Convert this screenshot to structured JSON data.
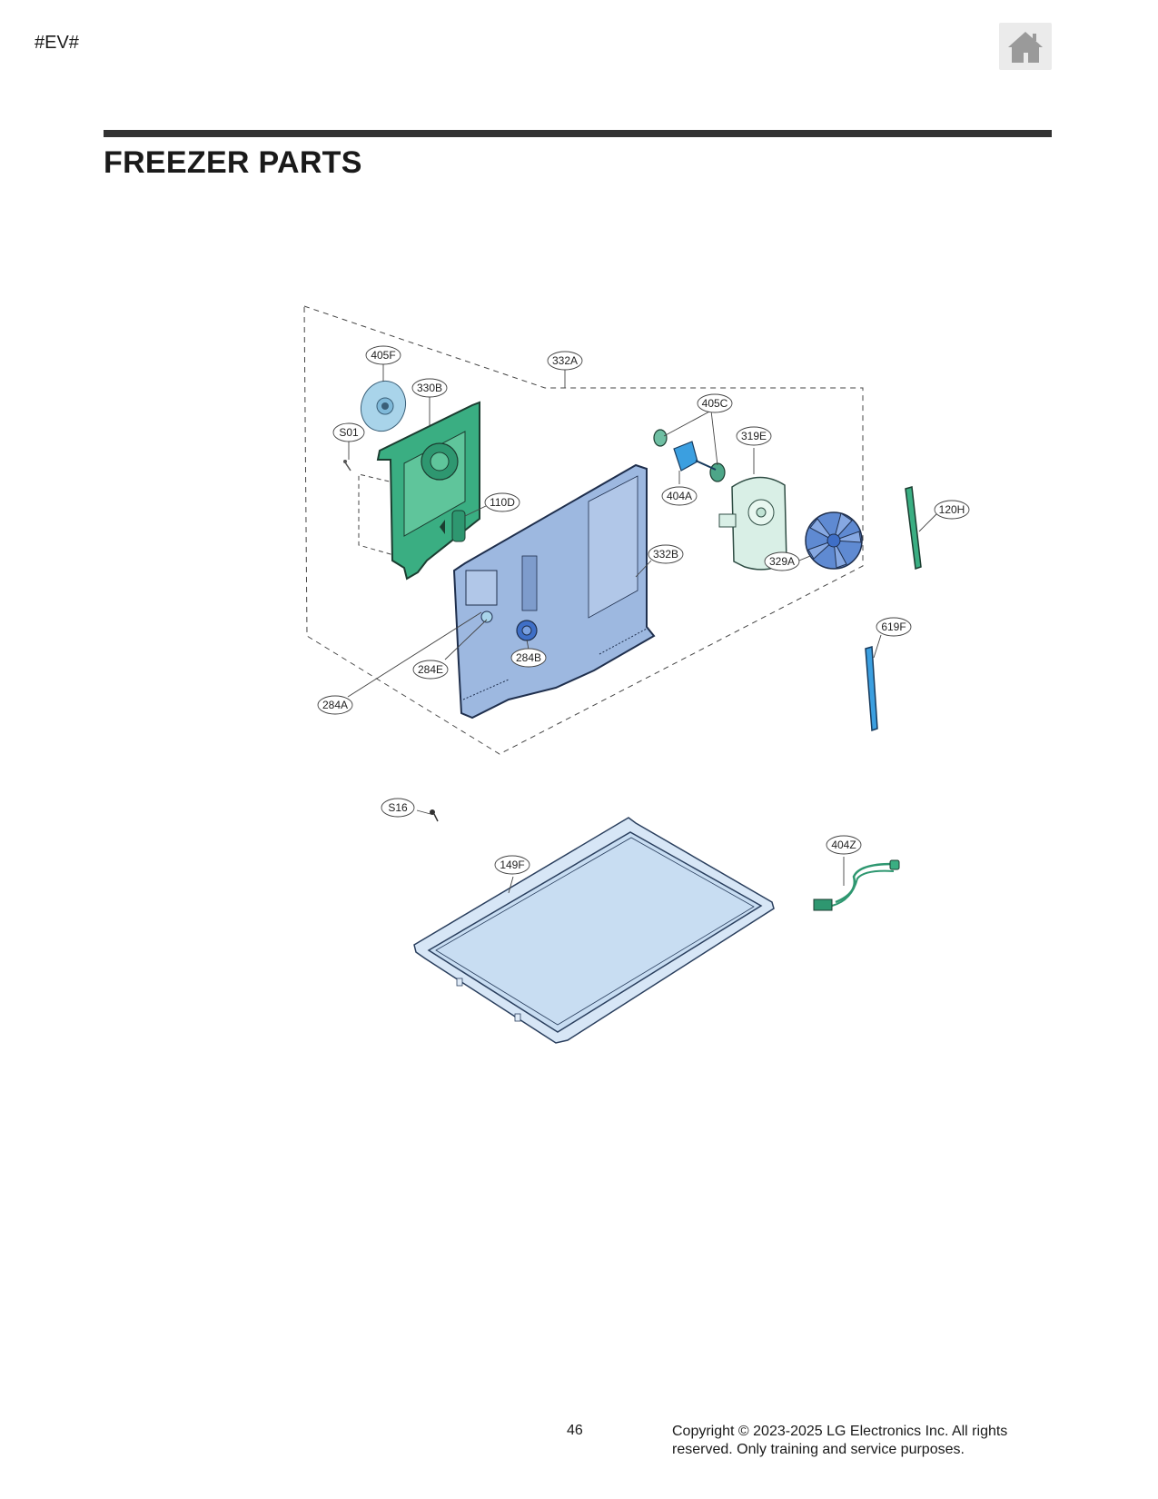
{
  "header": {
    "doc_code": "#EV#",
    "home_icon": "home-icon"
  },
  "page": {
    "title": "FREEZER PARTS",
    "page_number": "46",
    "copyright": "Copyright © 2023-2025 LG Electronics Inc. All rights reserved. Only training and service purposes."
  },
  "diagram": {
    "callouts": [
      "405F",
      "332A",
      "330B",
      "S01",
      "405C",
      "319E",
      "110D",
      "404A",
      "120H",
      "332B",
      "329A",
      "619F",
      "284B",
      "284E",
      "284A",
      "S16",
      "404Z",
      "149F"
    ]
  },
  "colors": {
    "green_part": "#3aae82",
    "blue_part": "#9db8e0",
    "light_blue": "#a9d4ea",
    "shelf_fill": "#c8ddf2",
    "mint": "#d9efe6"
  }
}
